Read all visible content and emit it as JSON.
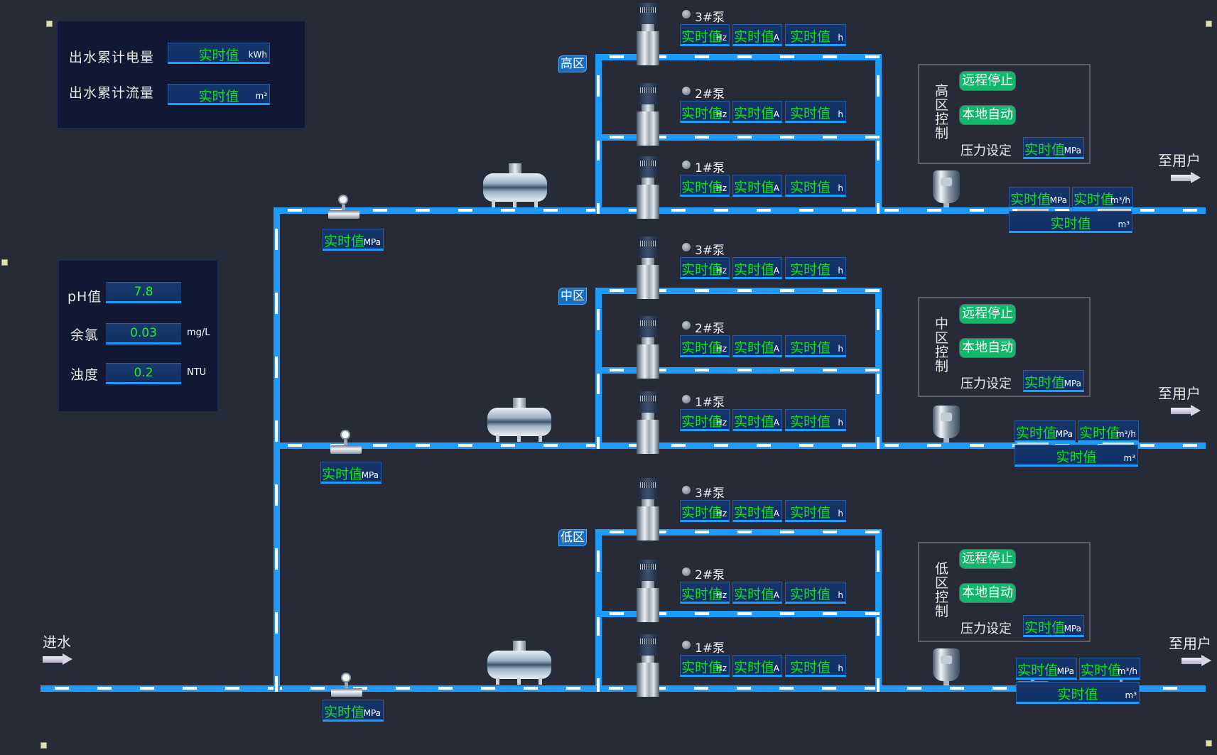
{
  "summary": {
    "energy_label": "出水累计电量",
    "energy_value": "实时值",
    "energy_unit": "kWh",
    "flow_label": "出水累计流量",
    "flow_value": "实时值",
    "flow_unit": "m³"
  },
  "quality": {
    "ph_label": "pH值",
    "ph_value": "7.8",
    "ph_unit": "",
    "chlorine_label": "余氯",
    "chlorine_value": "0.03",
    "chlorine_unit": "mg/L",
    "turbidity_label": "浊度",
    "turbidity_value": "0.2",
    "turbidity_unit": "NTU"
  },
  "inlet": {
    "label": "进水"
  },
  "outlet_label": "至用户",
  "placeholder": "实时值",
  "units": {
    "hz": "Hz",
    "a": "A",
    "h": "h",
    "mpa": "MPa",
    "m3h": "m³/h",
    "m3": "m³"
  },
  "zones": [
    {
      "id": "high",
      "name": "高区",
      "control_title": "高区控制",
      "pumps": [
        {
          "name": "3#泵"
        },
        {
          "name": "2#泵"
        },
        {
          "name": "1#泵"
        }
      ],
      "btn_remote": "远程停止",
      "btn_local": "本地自动",
      "pressure_label": "压力设定"
    },
    {
      "id": "mid",
      "name": "中区",
      "control_title": "中区控制",
      "pumps": [
        {
          "name": "3#泵"
        },
        {
          "name": "2#泵"
        },
        {
          "name": "1#泵"
        }
      ],
      "btn_remote": "远程停止",
      "btn_local": "本地自动",
      "pressure_label": "压力设定"
    },
    {
      "id": "low",
      "name": "低区",
      "control_title": "低区控制",
      "pumps": [
        {
          "name": "3#泵"
        },
        {
          "name": "2#泵"
        },
        {
          "name": "1#泵"
        }
      ],
      "btn_remote": "远程停止",
      "btn_local": "本地自动",
      "pressure_label": "压力设定"
    }
  ],
  "colors": {
    "pipe": "#1e9bff",
    "value_text": "#14e01a",
    "button": "#12b86a",
    "background": "#272b38"
  }
}
